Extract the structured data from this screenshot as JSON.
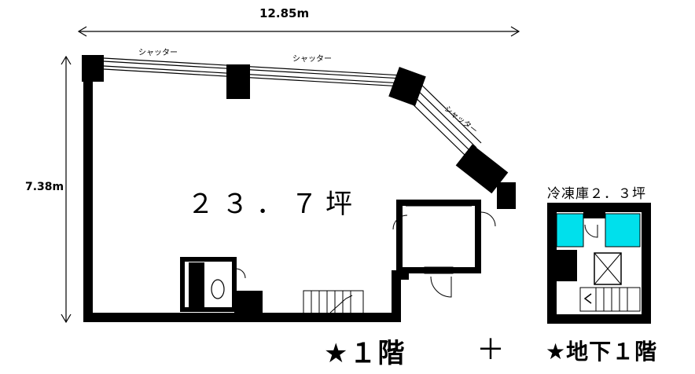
{
  "dimensions": {
    "width": "12.85m",
    "height": "7.38m"
  },
  "labels": {
    "shutter": [
      "シャッター",
      "シャッター",
      "シャッター"
    ],
    "main_area": "２３．７坪",
    "freezer": "冷凍庫２．３坪"
  },
  "floors": {
    "first_floor": "★１階",
    "plus": "＋",
    "basement": "★地下１階"
  },
  "colors": {
    "wall": "#000000",
    "freezer_fill": "#00e0ec",
    "background": "#ffffff"
  }
}
